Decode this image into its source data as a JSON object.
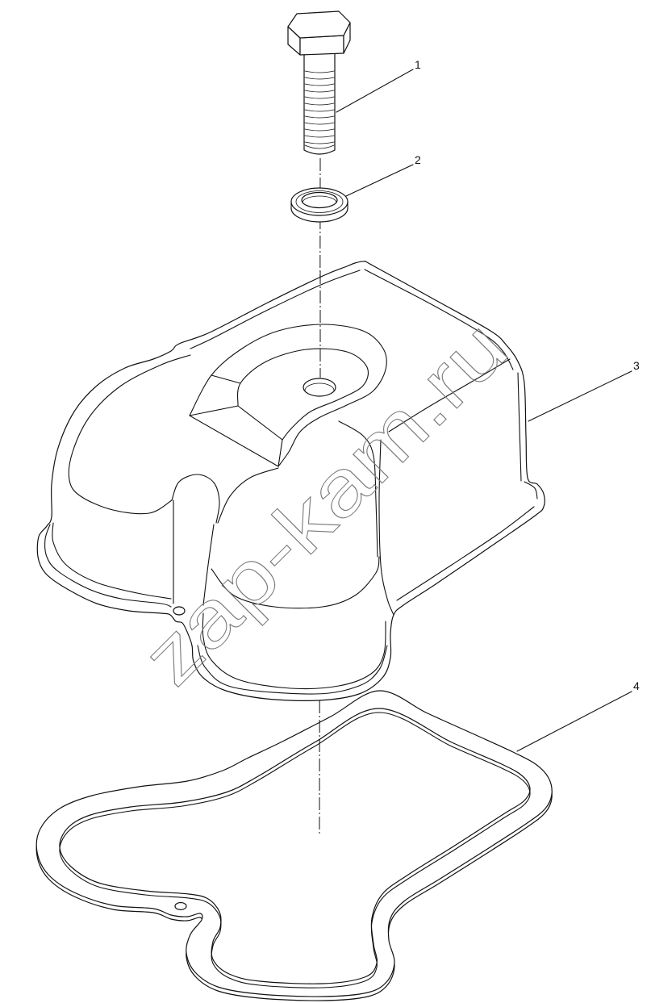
{
  "diagram": {
    "callouts": [
      {
        "label": "1"
      },
      {
        "label": "2"
      },
      {
        "label": "3"
      },
      {
        "label": "4"
      }
    ],
    "watermark": "zap-kam.ru"
  },
  "colors": {
    "line": "#111111",
    "watermark": "#7a7a7a",
    "background": "#ffffff"
  }
}
